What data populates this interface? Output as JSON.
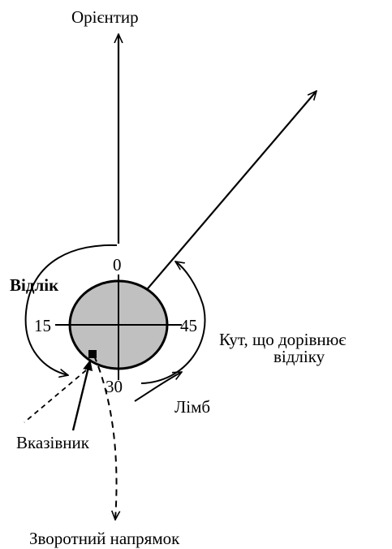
{
  "labels": {
    "orientir": "Орієнтир",
    "vidlik": "Відлік",
    "scale_0": "0",
    "scale_15": "15",
    "scale_30": "30",
    "scale_45": "45",
    "kut_line1": "Кут, що дорівнює",
    "kut_line2": "відліку",
    "limb": "Лімб",
    "vkazivnyk": "Вказівник",
    "zvorotnyi": "Зворотний напрямок"
  },
  "colors": {
    "dial_fill": "#c0c0c0",
    "stroke": "#000000"
  },
  "dial_scale": [
    "0",
    "15",
    "30",
    "45"
  ]
}
